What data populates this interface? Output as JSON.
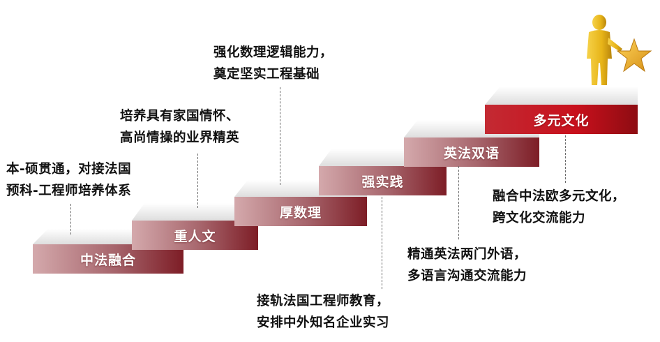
{
  "steps": [
    {
      "label": "中法融合"
    },
    {
      "label": "重人文"
    },
    {
      "label": "厚数理"
    },
    {
      "label": "强实践"
    },
    {
      "label": "英法双语"
    },
    {
      "label": "多元文化"
    }
  ],
  "notes": [
    {
      "lines": [
        "本-硕贯通，对接法国",
        "预科-工程师培养体系"
      ]
    },
    {
      "lines": [
        "培养具有家国情怀、",
        "高尚情操的业界精英"
      ]
    },
    {
      "lines": [
        "强化数理逻辑能力，",
        "奠定坚实工程基础"
      ]
    },
    {
      "lines": [
        "接轨法国工程师教育，",
        "安排中外知名企业实习"
      ]
    },
    {
      "lines": [
        "精通英法两门外语，",
        "多语言沟通交流能力"
      ]
    },
    {
      "lines": [
        "融合中法欧多元文化，",
        "跨文化交流能力"
      ]
    }
  ],
  "colors": {
    "step_gradient_light": "#d4a9ac",
    "step_gradient_dark": "#7d1d26",
    "top_step_red": "#c8101c",
    "figure_gold": "#e7b418",
    "star_gold": "#f0b62a"
  },
  "icons": {
    "figure": "person-icon",
    "star": "star-icon"
  }
}
